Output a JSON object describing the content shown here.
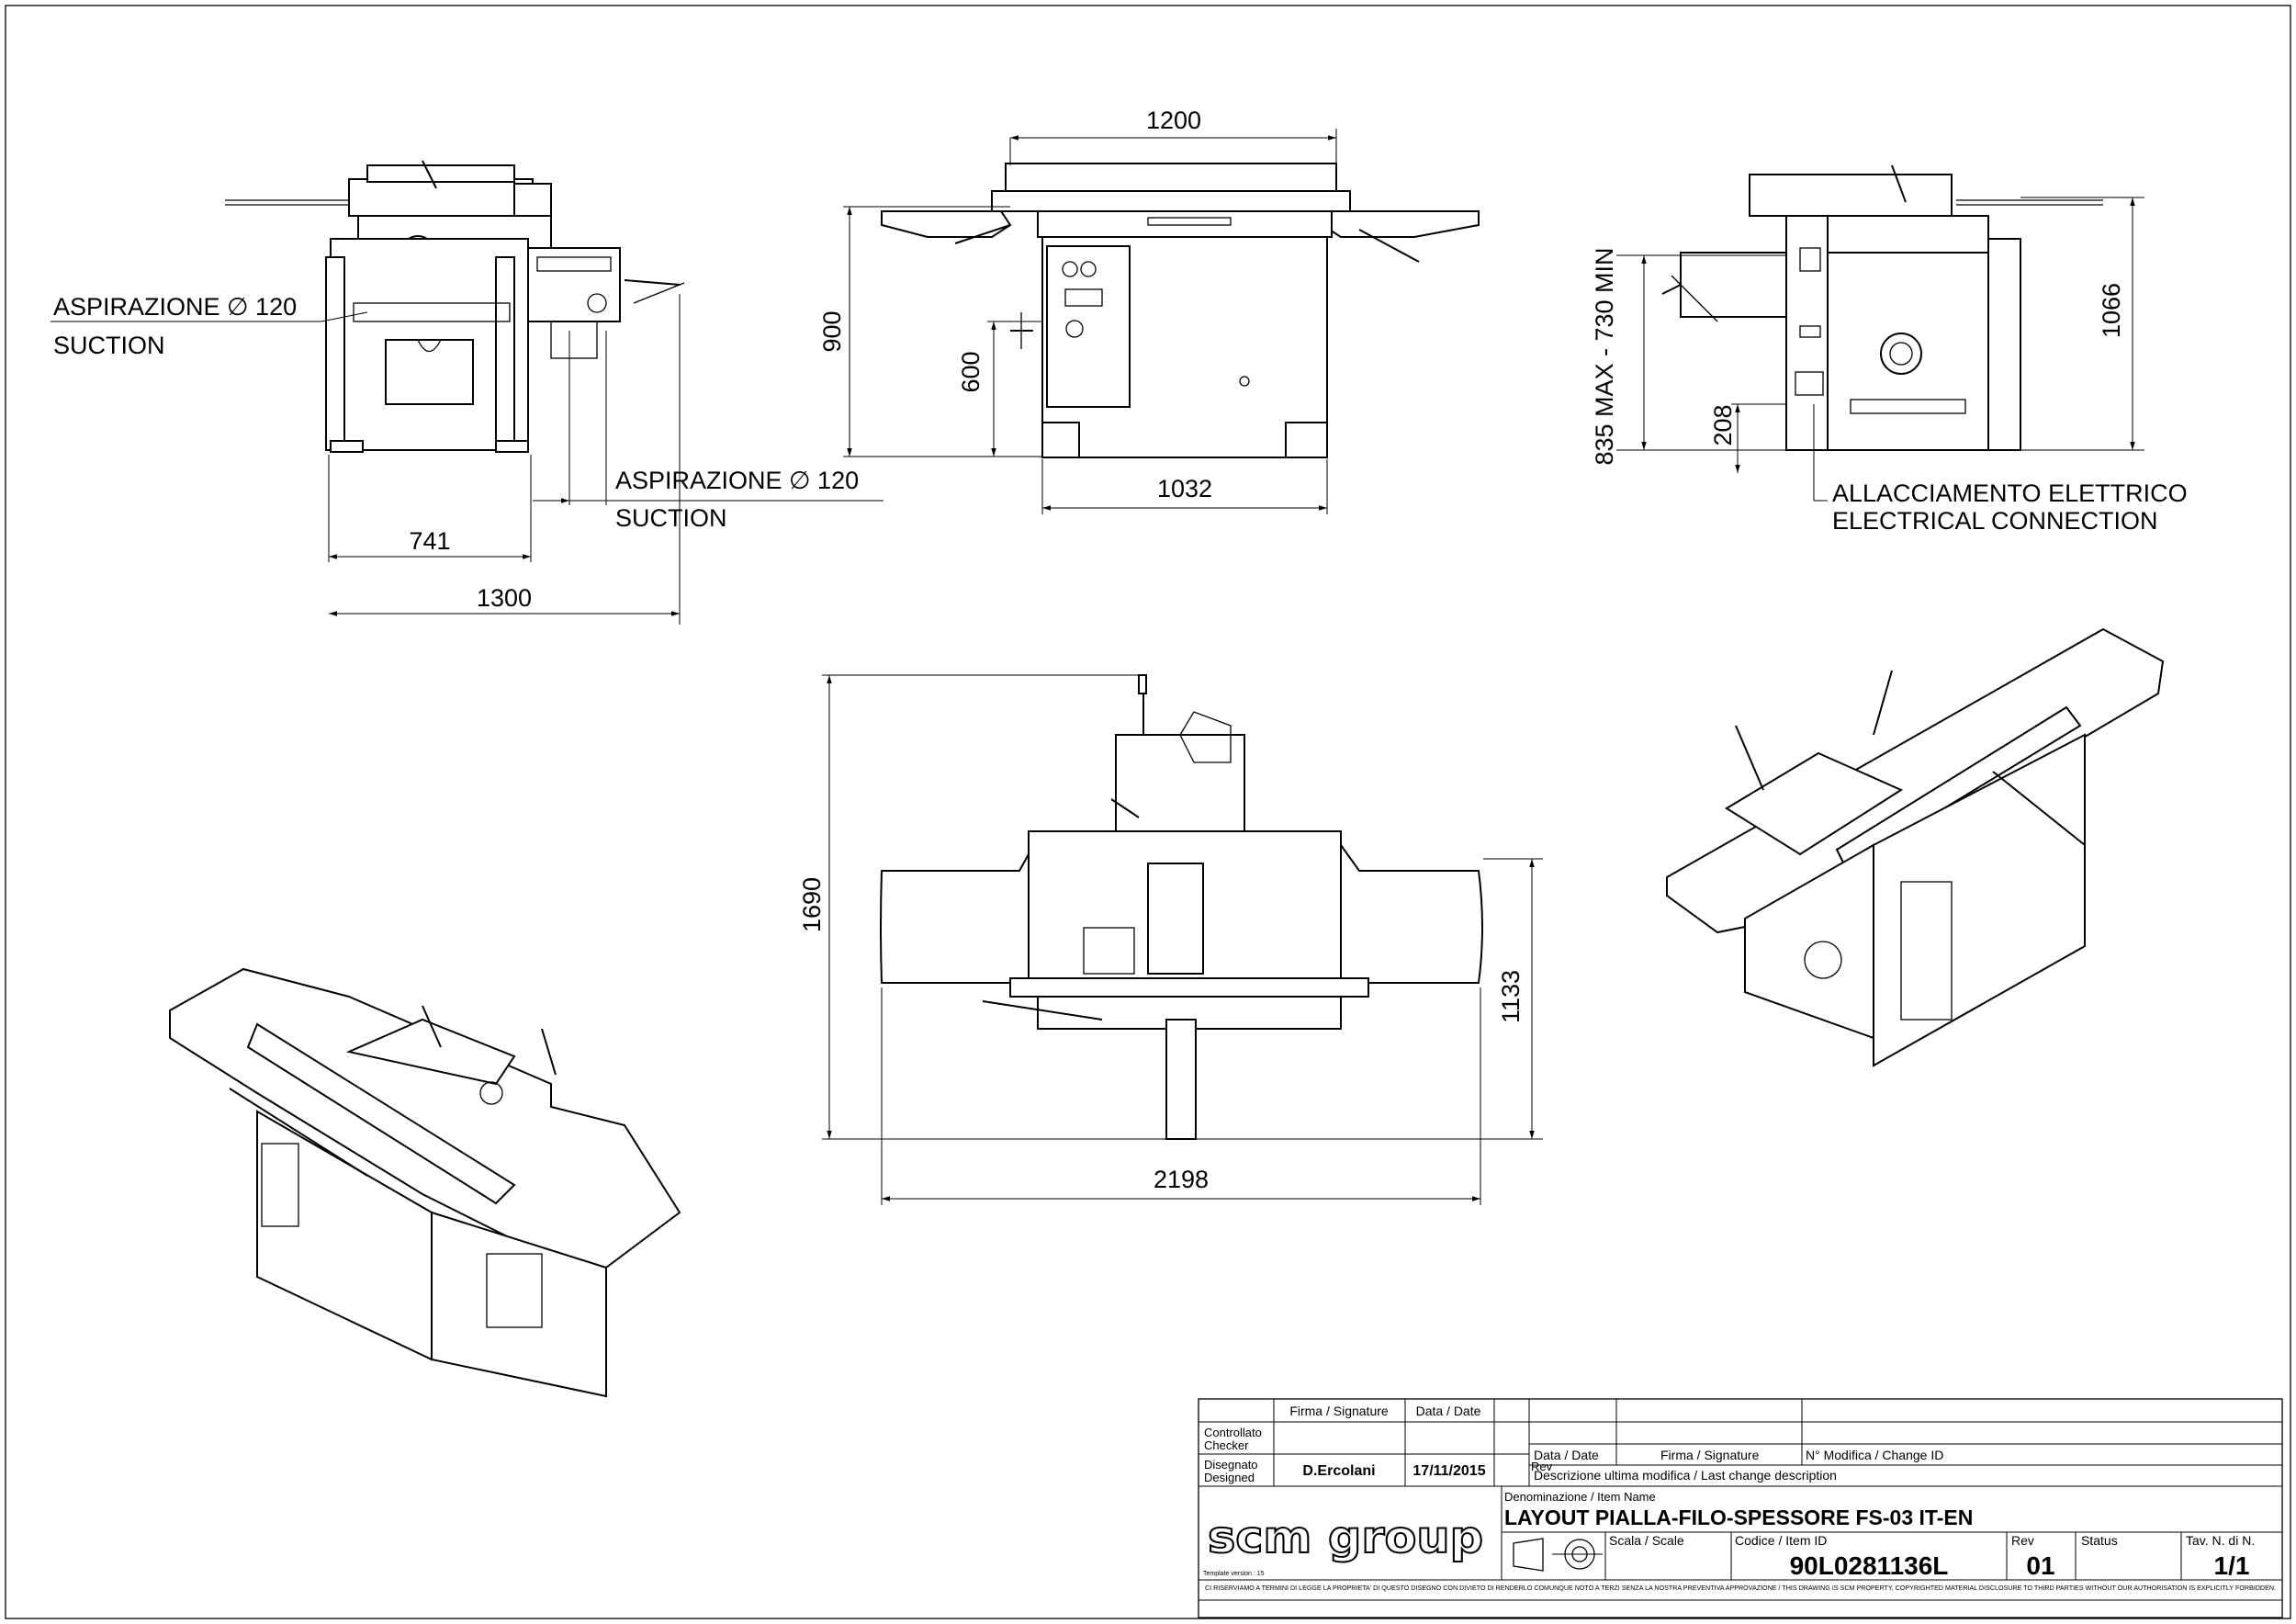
{
  "dimensions": {
    "front_width_741": "741",
    "front_width_1300": "1300",
    "side_length_1200": "1200",
    "side_height_900": "900",
    "side_height_600": "600",
    "side_length_1032": "1032",
    "rear_height_range": "835 MAX - 730 MIN",
    "rear_height_208": "208",
    "rear_height_1066": "1066",
    "top_depth_1690": "1690",
    "top_depth_1133": "1133",
    "top_length_2198": "2198"
  },
  "annotations": {
    "suction_left_it": "ASPIRAZIONE ∅ 120",
    "suction_left_en": "SUCTION",
    "suction_bottom_it": "ASPIRAZIONE ∅ 120",
    "suction_bottom_en": "SUCTION",
    "electrical_it": "ALLACCIAMENTO ELETTRICO",
    "electrical_en": "ELECTRICAL CONNECTION"
  },
  "title_block": {
    "col_signature": "Firma / Signature",
    "col_date": "Data / Date",
    "checker_label_1": "Controllato",
    "checker_label_2": "Checker",
    "designed_label_1": "Disegnato",
    "designed_label_2": "Designed",
    "designer_name": "D.Ercolani",
    "design_date": "17/11/2015",
    "rev_label": "Rev",
    "rev_date_label": "Data / Date",
    "rev_signature_label": "Firma / Signature",
    "change_id_label": "N° Modifica / Change ID",
    "last_change_label": "Descrizione ultima modifica / Last change description",
    "item_name_label": "Denominazione / Item Name",
    "item_name": "LAYOUT PIALLA-FILO-SPESSORE FS-03 IT-EN",
    "logo_text": "scm group",
    "template_version": "Template version : 15",
    "scale_label": "Scala / Scale",
    "item_id_label": "Codice / Item ID",
    "item_id": "90L0281136L",
    "rev_number_label": "Rev",
    "rev_number": "01",
    "status_label": "Status",
    "sheet_label": "Tav. N. di N.",
    "sheet_value": "1/1",
    "disclaimer": "CI RISERVIAMO A TERMINI DI LEGGE LA PROPRIETA' DI QUESTO DISEGNO CON DIVIETO DI RENDERLO COMUNQUE NOTO A TERZI SENZA LA NOSTRA PREVENTIVA APPROVAZIONE / THIS DRAWING IS SCM PROPERTY, COPYRIGHTED MATERIAL DISCLOSURE TO THIRD PARTIES WITHOUT OUR AUTHORISATION IS EXPLICITLY FORBIDDEN."
  },
  "colors": {
    "line": "#000000",
    "paper": "#ffffff"
  }
}
